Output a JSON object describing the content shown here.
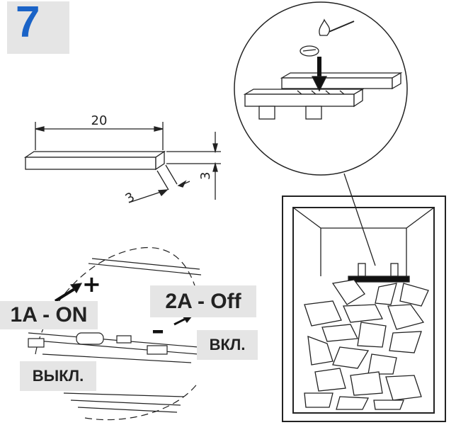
{
  "step": {
    "number": "7"
  },
  "dimensions": {
    "length": "20",
    "width": "3",
    "height": "3"
  },
  "switch_labels": {
    "on": "1A - ON",
    "off": "2A - Off",
    "vkl": "ВКЛ.",
    "vykl": "ВЫКЛ."
  },
  "signs": {
    "plus": "+",
    "minus": "–"
  }
}
